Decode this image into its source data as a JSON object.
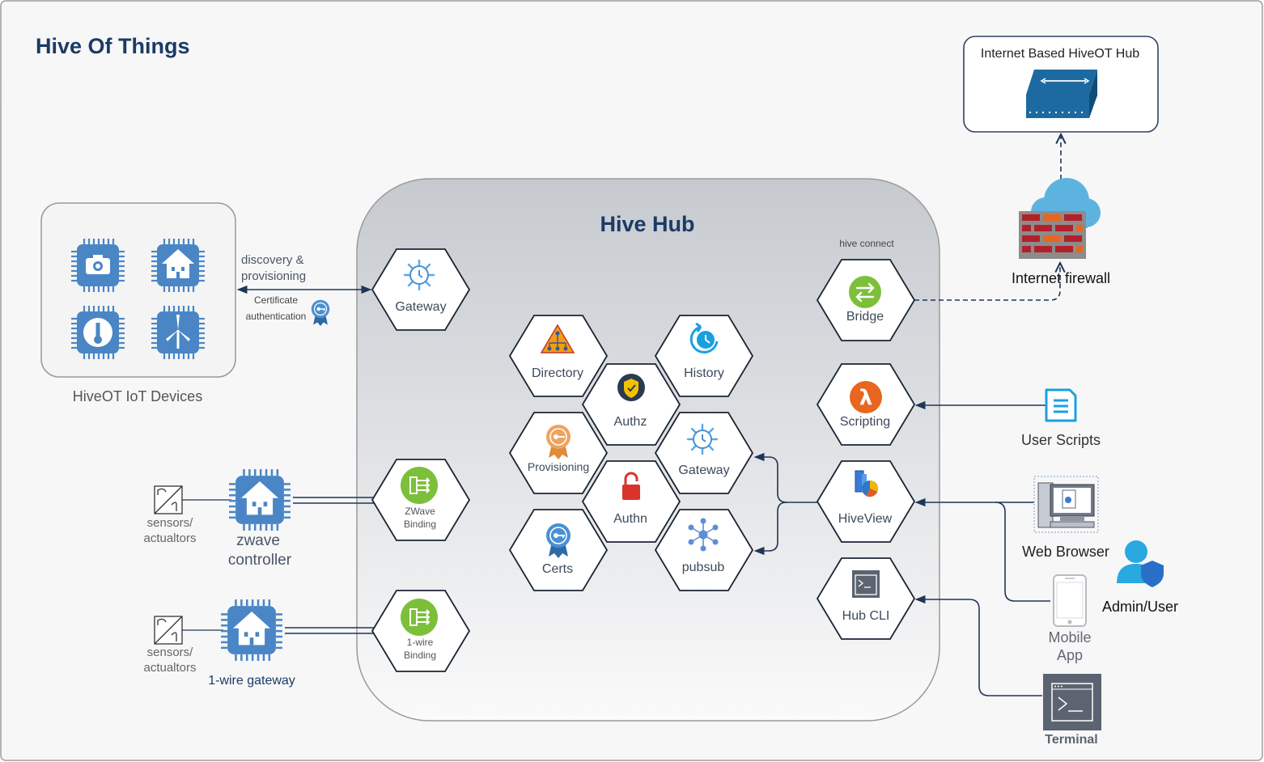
{
  "title": "Hive Of Things",
  "hub": {
    "title": "Hive Hub"
  },
  "devices": {
    "label": "HiveOT IoT Devices"
  },
  "links": {
    "discovery": "discovery &",
    "provisioning": "provisioning",
    "cert_line1": "Certificate",
    "cert_line2": "authentication",
    "hive_connect": "hive connect"
  },
  "services": {
    "gateway_top": "Gateway",
    "zwave_line1": "ZWave",
    "zwave_line2": "Binding",
    "onewire_line1": "1-wire",
    "onewire_line2": "Binding",
    "directory": "Directory",
    "history": "History",
    "authz": "Authz",
    "provisioning": "Provisioning",
    "gateway_mid": "Gateway",
    "authn": "Authn",
    "certs": "Certs",
    "pubsub": "pubsub",
    "bridge": "Bridge",
    "scripting": "Scripting",
    "hiveview": "HiveView",
    "hubcli": "Hub CLI"
  },
  "left": {
    "sensors1_line1": "sensors/",
    "sensors1_line2": "actualtors",
    "zwave_line1": "zwave",
    "zwave_line2": "controller",
    "sensors2_line1": "sensors/",
    "sensors2_line2": "actualtors",
    "onewire_gateway": "1-wire gateway"
  },
  "right": {
    "internet_hub": "Internet Based HiveOT Hub",
    "firewall": "Internet firewall",
    "user_scripts": "User Scripts",
    "web_browser": "Web Browser",
    "admin_user": "Admin/User",
    "mobile_line1": "Mobile",
    "mobile_line2": "App",
    "terminal": "Terminal"
  },
  "colors": {
    "title": "#1b3a66",
    "hex_border": "#232f3e",
    "chip_blue": "#4a86c5",
    "binding_green": "#7cbf3a",
    "bridge_green": "#7cbf3a",
    "lambda_orange": "#e8661f",
    "firewall_red": "#b3202a",
    "cloud_blue": "#5cb3e0",
    "hub_bg": "#dde0e3",
    "line": "#1e3658"
  },
  "icons": {
    "gateway": "snowflake-clock-icon",
    "binding": "binding-icon",
    "directory": "directory-tree-icon",
    "history": "history-clock-icon",
    "authz": "shield-check-icon",
    "provisioning": "certificate-ribbon-icon",
    "authn": "padlock-icon",
    "certs": "certificate-ribbon-icon",
    "pubsub": "pubsub-network-icon",
    "bridge": "bridge-arrows-icon",
    "scripting": "lambda-icon",
    "hiveview": "hiveview-icon",
    "hubcli": "terminal-icon"
  }
}
